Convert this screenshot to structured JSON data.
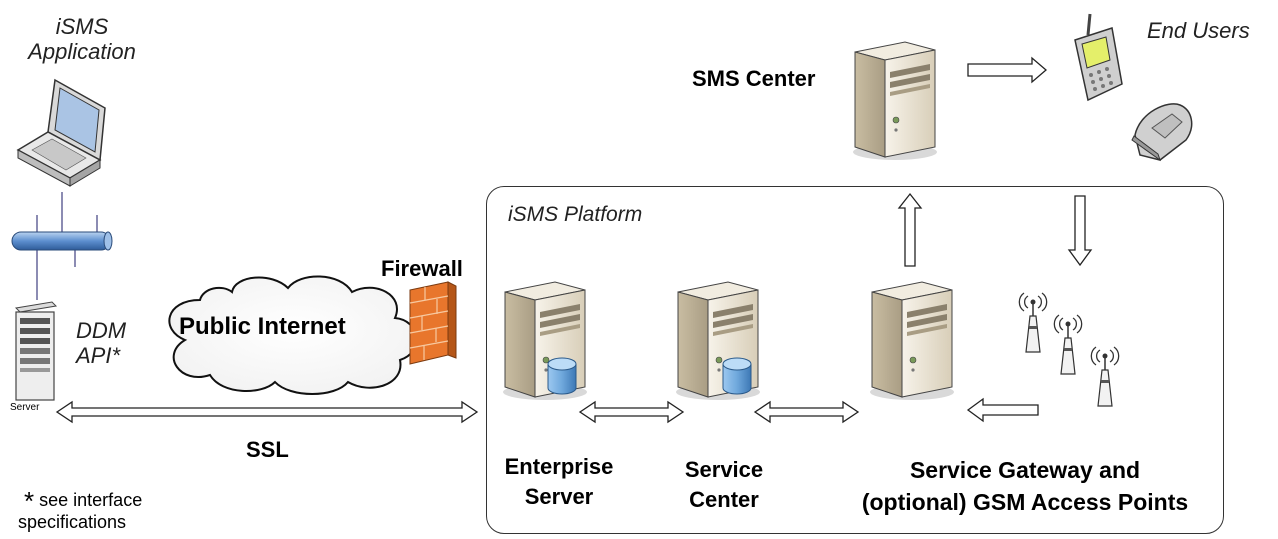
{
  "app": {
    "line1": "iSMS",
    "line2": "Application"
  },
  "server_icon_caption": "Server",
  "ddm_api": {
    "line1": "DDM",
    "line2": "API*"
  },
  "public_internet": "Public Internet",
  "firewall": "Firewall",
  "ssl": "SSL",
  "footnote": {
    "mark": "*",
    "line1": "see interface",
    "line2": "specifications"
  },
  "platform_title": "iSMS Platform",
  "sms_center": "SMS Center",
  "end_users": "End Users",
  "enterprise_server": {
    "line1": "Enterprise",
    "line2": "Server"
  },
  "service_center": {
    "line1": "Service",
    "line2": "Center"
  },
  "service_gateway": {
    "line1": "Service Gateway and",
    "line2": "(optional) GSM Access Points"
  },
  "colors": {
    "server_body": "#ebe4d3",
    "database": "#6fa8dc",
    "firewall": "#e8762c",
    "network_bus": "#4f81bd"
  }
}
